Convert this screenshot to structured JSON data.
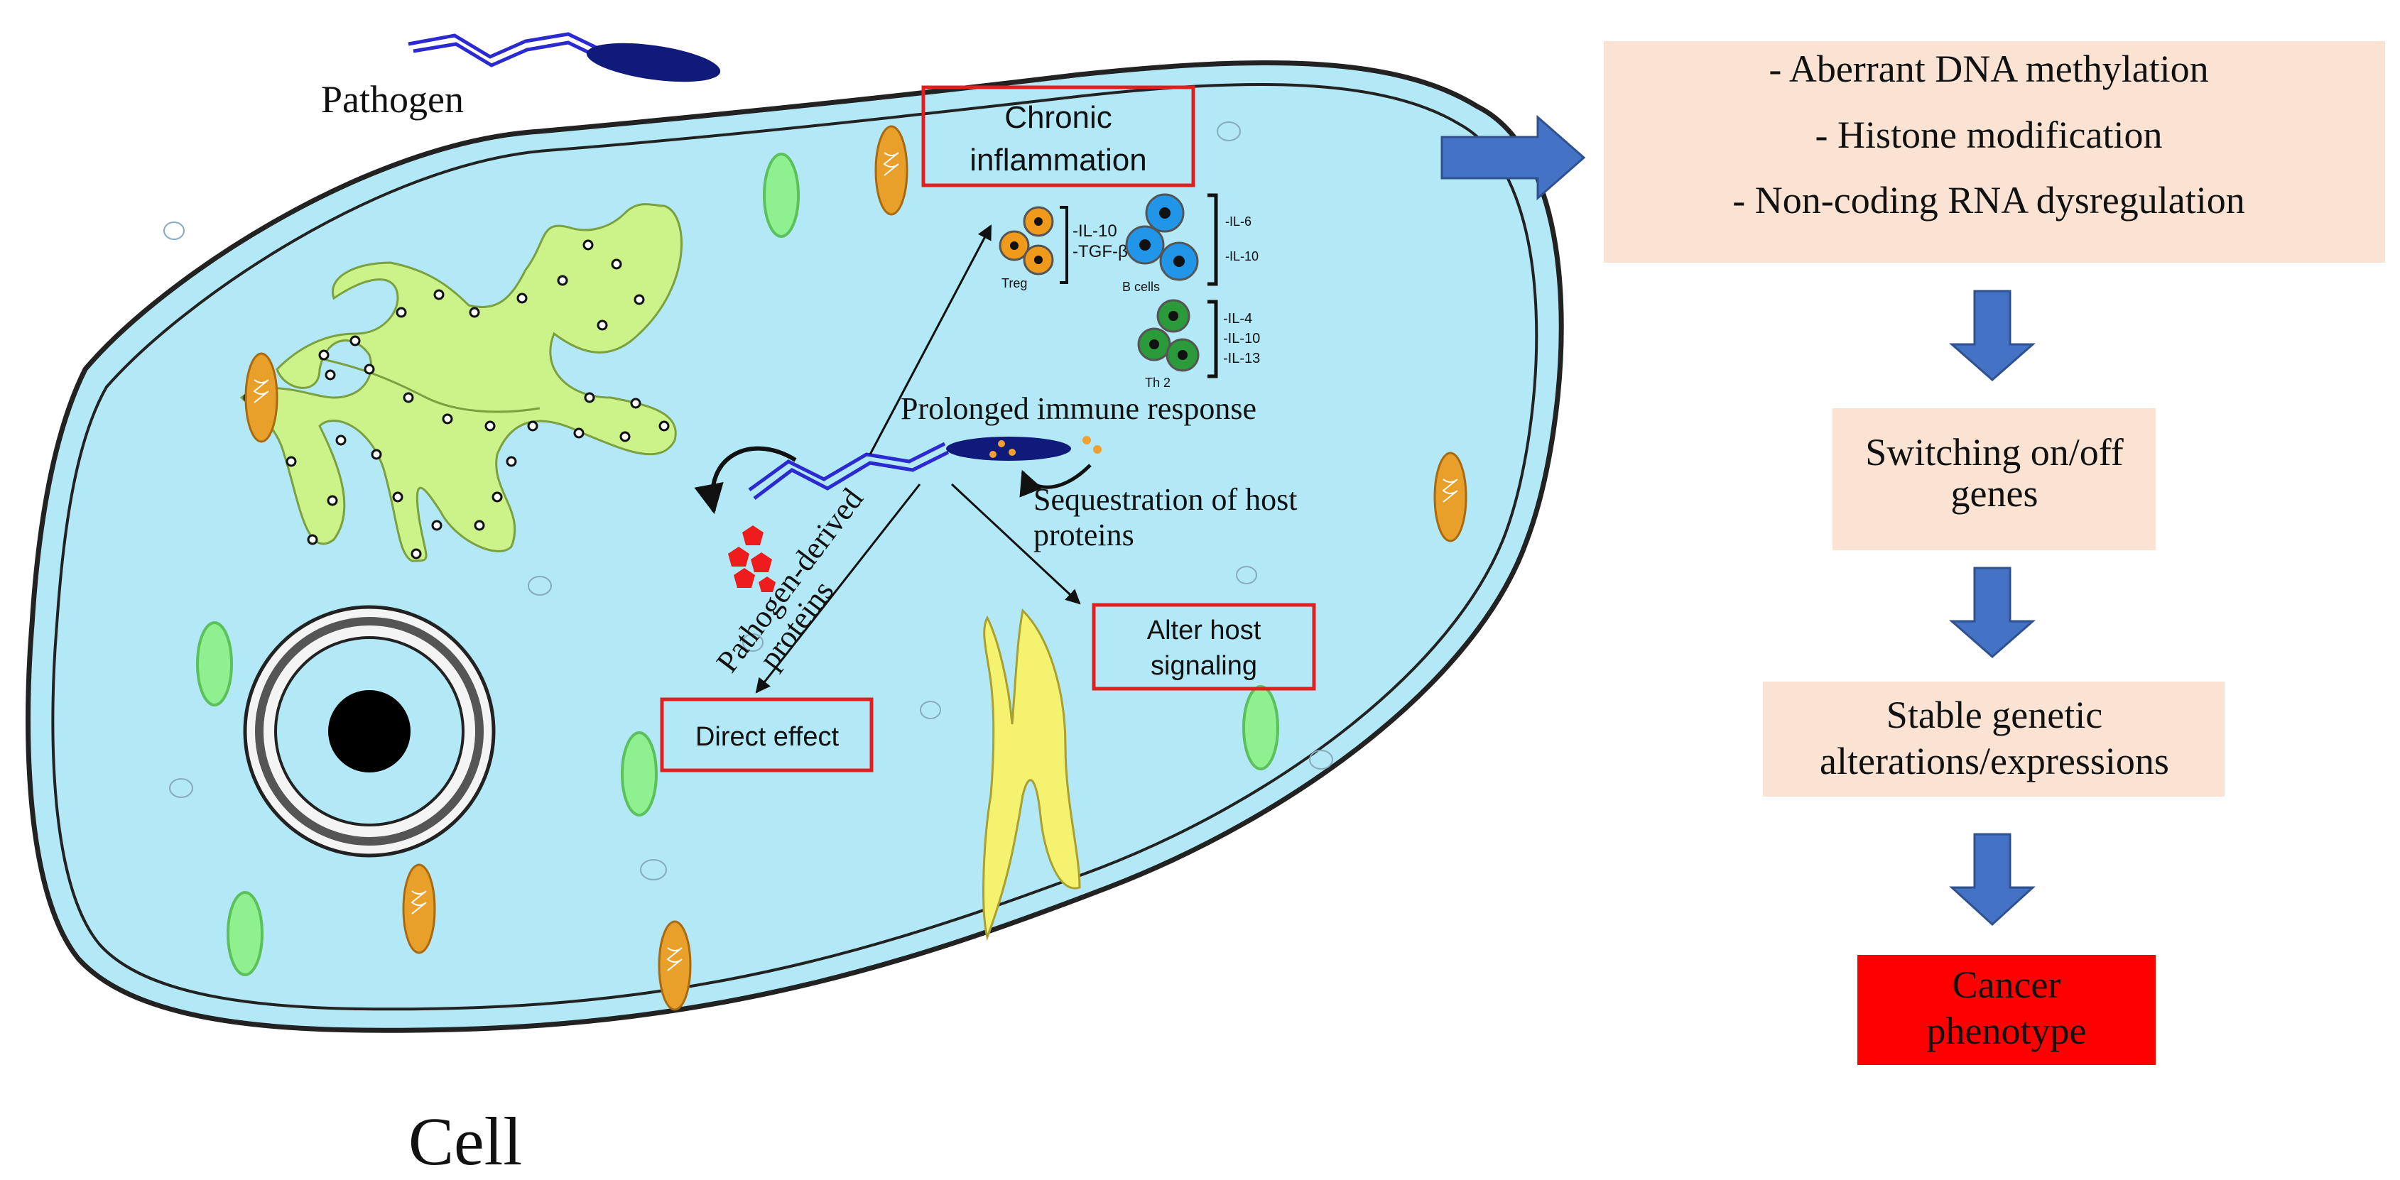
{
  "labels": {
    "pathogen": "Pathogen",
    "cell": "Cell",
    "chronic_inflammation": [
      "Chronic",
      "inflammation"
    ],
    "prolonged_response": "Prolonged immune response",
    "sequestration": [
      "Sequestration of host",
      "proteins"
    ],
    "pathogen_derived": [
      "Pathogen-derived",
      "proteins"
    ],
    "direct_effect": "Direct effect",
    "alter_signaling": [
      "Alter host",
      "signaling"
    ]
  },
  "immune_cells": {
    "treg": {
      "name": "Treg",
      "cytokines": [
        "-IL-10",
        "-TGF-β"
      ]
    },
    "bcells": {
      "name": "B cells",
      "cytokines": [
        "-IL-6",
        "-IL-10"
      ]
    },
    "th2": {
      "name": "Th 2",
      "cytokines": [
        "-IL-4",
        "-IL-10",
        "-IL-13"
      ]
    }
  },
  "flow": {
    "epigenetic": [
      "- Aberrant DNA methylation",
      "- Histone modification",
      "- Non-coding RNA dysregulation"
    ],
    "switching": [
      "Switching on/off",
      "genes"
    ],
    "stable": [
      "Stable genetic",
      "alterations/expressions"
    ],
    "cancer": [
      "Cancer",
      "phenotype"
    ]
  },
  "colors": {
    "cytoplasm": "#b3e8f7",
    "membrane": "#222222",
    "box_fill": "#fae3d3",
    "cancer_fill": "#ff0000",
    "arrow_blue": "#4472c4",
    "highlight_red": "#e02020",
    "er_green": "#ccf28a",
    "golgi_yellow": "#f5f270",
    "mito_orange": "#e8a02a",
    "vacuole_green": "#8ef08e",
    "pathogen_navy": "#0f1a7a"
  }
}
